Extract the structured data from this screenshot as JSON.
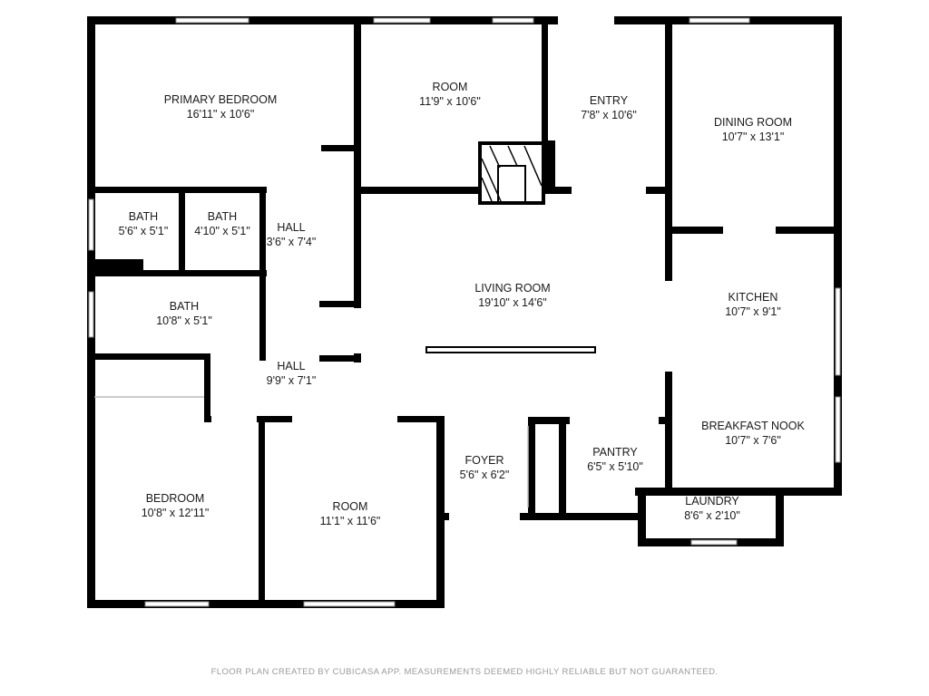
{
  "rooms": [
    {
      "name": "PRIMARY BEDROOM",
      "dims": "16'11\" x 10'6\""
    },
    {
      "name": "ROOM",
      "dims": "11'9\" x 10'6\""
    },
    {
      "name": "ENTRY",
      "dims": "7'8\" x 10'6\""
    },
    {
      "name": "DINING ROOM",
      "dims": "10'7\" x 13'1\""
    },
    {
      "name": "BATH",
      "dims": "5'6\" x 5'1\""
    },
    {
      "name": "BATH",
      "dims": "4'10\" x 5'1\""
    },
    {
      "name": "HALL",
      "dims": "3'6\" x 7'4\""
    },
    {
      "name": "LIVING ROOM",
      "dims": "19'10\" x 14'6\""
    },
    {
      "name": "KITCHEN",
      "dims": "10'7\" x 9'1\""
    },
    {
      "name": "BATH",
      "dims": "10'8\" x 5'1\""
    },
    {
      "name": "HALL",
      "dims": "9'9\" x 7'1\""
    },
    {
      "name": "BREAKFAST NOOK",
      "dims": "10'7\" x 7'6\""
    },
    {
      "name": "PANTRY",
      "dims": "6'5\" x 5'10\""
    },
    {
      "name": "FOYER",
      "dims": "5'6\" x 6'2\""
    },
    {
      "name": "LAUNDRY",
      "dims": "8'6\" x 2'10\""
    },
    {
      "name": "BEDROOM",
      "dims": "10'8\" x 12'11\""
    },
    {
      "name": "ROOM",
      "dims": "11'1\" x 11'6\""
    }
  ],
  "footer": "FLOOR PLAN CREATED BY CUBICASA APP. MEASUREMENTS DEEMED HIGHLY RELIABLE BUT NOT GUARANTEED.",
  "colors": {
    "wall": "#000000",
    "window": "#ffffff",
    "hatch": "#000000",
    "text": "#1a1a1a",
    "footer": "#9a9a9a"
  }
}
